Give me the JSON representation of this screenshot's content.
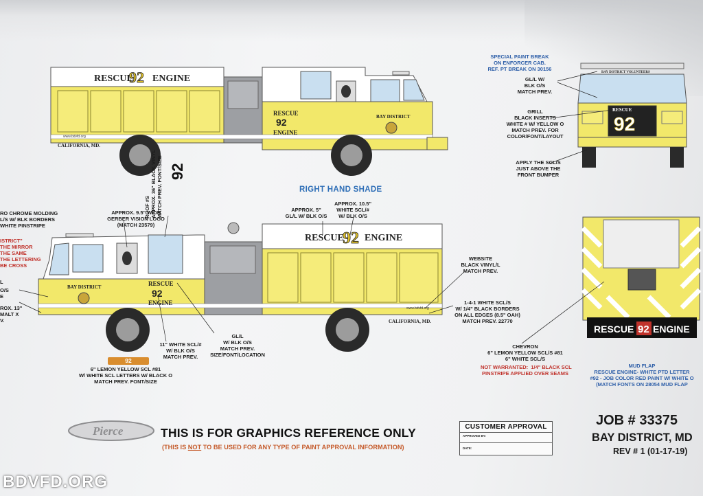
{
  "watermark": "BDVFD.ORG",
  "headings": {
    "right_hand_shade": "RIGHT HAND SHADE"
  },
  "truck": {
    "rescue": "RESCUE",
    "engine": "ENGINE",
    "number": "92",
    "side_text": "BAY DISTRICT",
    "location": "CALIFORNIA, MD.",
    "website": "www.bdvfd.org",
    "front_header": "BAY DISTRICT VOLUNTEERS",
    "rear_banner_rescue": "RESCUE",
    "rear_banner_engine": "ENGINE"
  },
  "notes": {
    "special_paint": "SPECIAL PAINT BREAK\nON ENFORCER CAB.\nREF. PT BREAK ON 30156",
    "front_gll": "GL/L W/\nBLK O/S\nMATCH PREV.",
    "grill": "GRILL\nBLACK INSERTS\nWHITE # W/ YELLOW O\nMATCH PREV. FOR\nCOLOR/FONT/LAYOUT",
    "scl_above_bumper": "APPLY THE SCL/S\nJUST ABOVE THE\nFRONT BUMPER",
    "roof_number": "92",
    "roof_note": "ROOF #S\nAPPROX. 36\" BLACK VINYL\nMATCH PREV. FONT/SIZE",
    "gerber": "APPROX. 9.5\" WIDE\nGERBER VISION LOGO\n(MATCH 23579)",
    "chrome": "RO CHROME MOLDING\nL/S W/ BLK BORDERS\nWHITE PINSTRIPE",
    "district_red": "ISTRICT\"\nTHE MIRROR\nTHE SAME\nTHE LETTERING\nBE CROSS",
    "left_l": "L",
    "left_os": "O/S\nE",
    "left_rox": "ROX. 13\"\nMALT X\nV.",
    "approx5": "APPROX. 5\"\nGL/L W/ BLK O/S",
    "approx105": "APPROX. 10.5\"\nWHITE SCL/#\nW/ BLK O/S",
    "website_note": "WEBSITE\nBLACK VINYL/L\nMATCH PREV.",
    "scl_141": "1-4-1 WHITE SCL/S\nW/ 1/4\" BLACK BORDERS\nON ALL EDGES (8.5\" OAH)\nMATCH PREV. 22770",
    "white11": "11\" WHITE SCL/#\nW/ BLK O/S\nMATCH PREV.",
    "gll_size": "GL/L\nW/ BLK O/S\nMATCH PREV.\nSIZE/FONT/LOCATION",
    "swatch": "92",
    "lemon6": "6\" LEMON YELLOW SCL #81\nW/ WHITE SCL LETTERS W/ BLACK O\nMATCH PREV. FONT/SIZE",
    "chevron": "CHEVRON\n6\" LEMON YELLOW SCL/S #81\n6\" WHITE SCL/S",
    "not_warranted": "NOT WARRANTED:  1/4\" BLACK SCL\nPINSTRIPE APPLIED OVER SEAMS",
    "mud_flap": "MUD FLAP\nRESCUE ENGINE- WHITE PTD LETTER\n#92 - JOB COLOR RED PAINT W/ WHITE O\n(MATCH FONTS ON 28054 MUD FLAP"
  },
  "footer": {
    "logo": "Pierce",
    "reference": "THIS IS FOR GRAPHICS REFERENCE ONLY",
    "warn_a": "(THIS IS ",
    "warn_not": "NOT",
    "warn_b": " TO BE USED FOR ANY TYPE OF PAINT APPROVAL INFORMATION)",
    "approval_title": "CUSTOMER APPROVAL",
    "approved_by": "APPROVED BY:",
    "date": "DATE:",
    "job": "JOB # 33375",
    "district": "BAY DISTRICT, MD",
    "rev": "REV # 1 (01-17-19)"
  },
  "colors": {
    "body_yellow": "#f2e86a",
    "trim_yellow": "#e8dc55",
    "accent_blue": "#2f6fb7",
    "warn_red": "#c0322b",
    "swatch_orange": "#d98d2e"
  }
}
